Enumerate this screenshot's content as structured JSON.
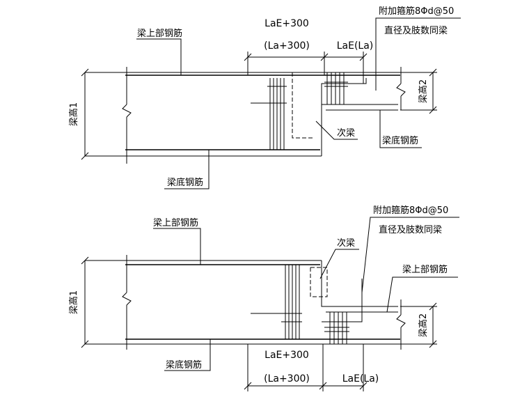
{
  "top": {
    "top_rebar": "梁上部钢筋",
    "bottom_rebar": "梁底钢筋",
    "secondary_beam": "次梁",
    "bottom_rebar_2": "梁底钢筋",
    "beam_height_1": "梁高1",
    "beam_height_2": "梁高2",
    "stirrup_note_1": "附加箍筋8Φd@50",
    "stirrup_note_2": "直径及肢数同梁",
    "dim_1_a": "LaE+300",
    "dim_1_b": "(La+300)",
    "dim_2": "LaE(La)"
  },
  "bottom": {
    "top_rebar": "梁上部钢筋",
    "bottom_rebar": "梁底钢筋",
    "secondary_beam": "次梁",
    "top_rebar_2": "梁上部钢筋",
    "beam_height_1": "梁高1",
    "beam_height_2": "梁高2",
    "stirrup_note_1": "附加箍筋8Φd@50",
    "stirrup_note_2": "直径及肢数同梁",
    "dim_1_a": "LaE+300",
    "dim_1_b": "(La+300)",
    "dim_2": "LaE(La)"
  }
}
